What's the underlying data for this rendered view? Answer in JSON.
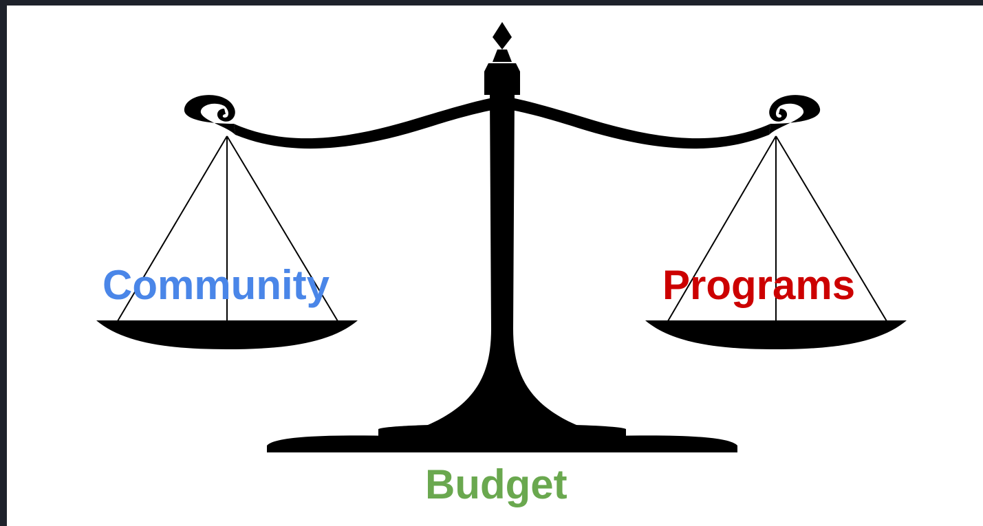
{
  "labels": {
    "left": "Community",
    "right": "Programs",
    "bottom": "Budget"
  },
  "colors": {
    "left": "#4a86e8",
    "right": "#cc0000",
    "bottom": "#6aa84f",
    "scale": "#000000",
    "frame": "#1e222b"
  },
  "icons": {
    "scale": "balance-scale-icon"
  }
}
